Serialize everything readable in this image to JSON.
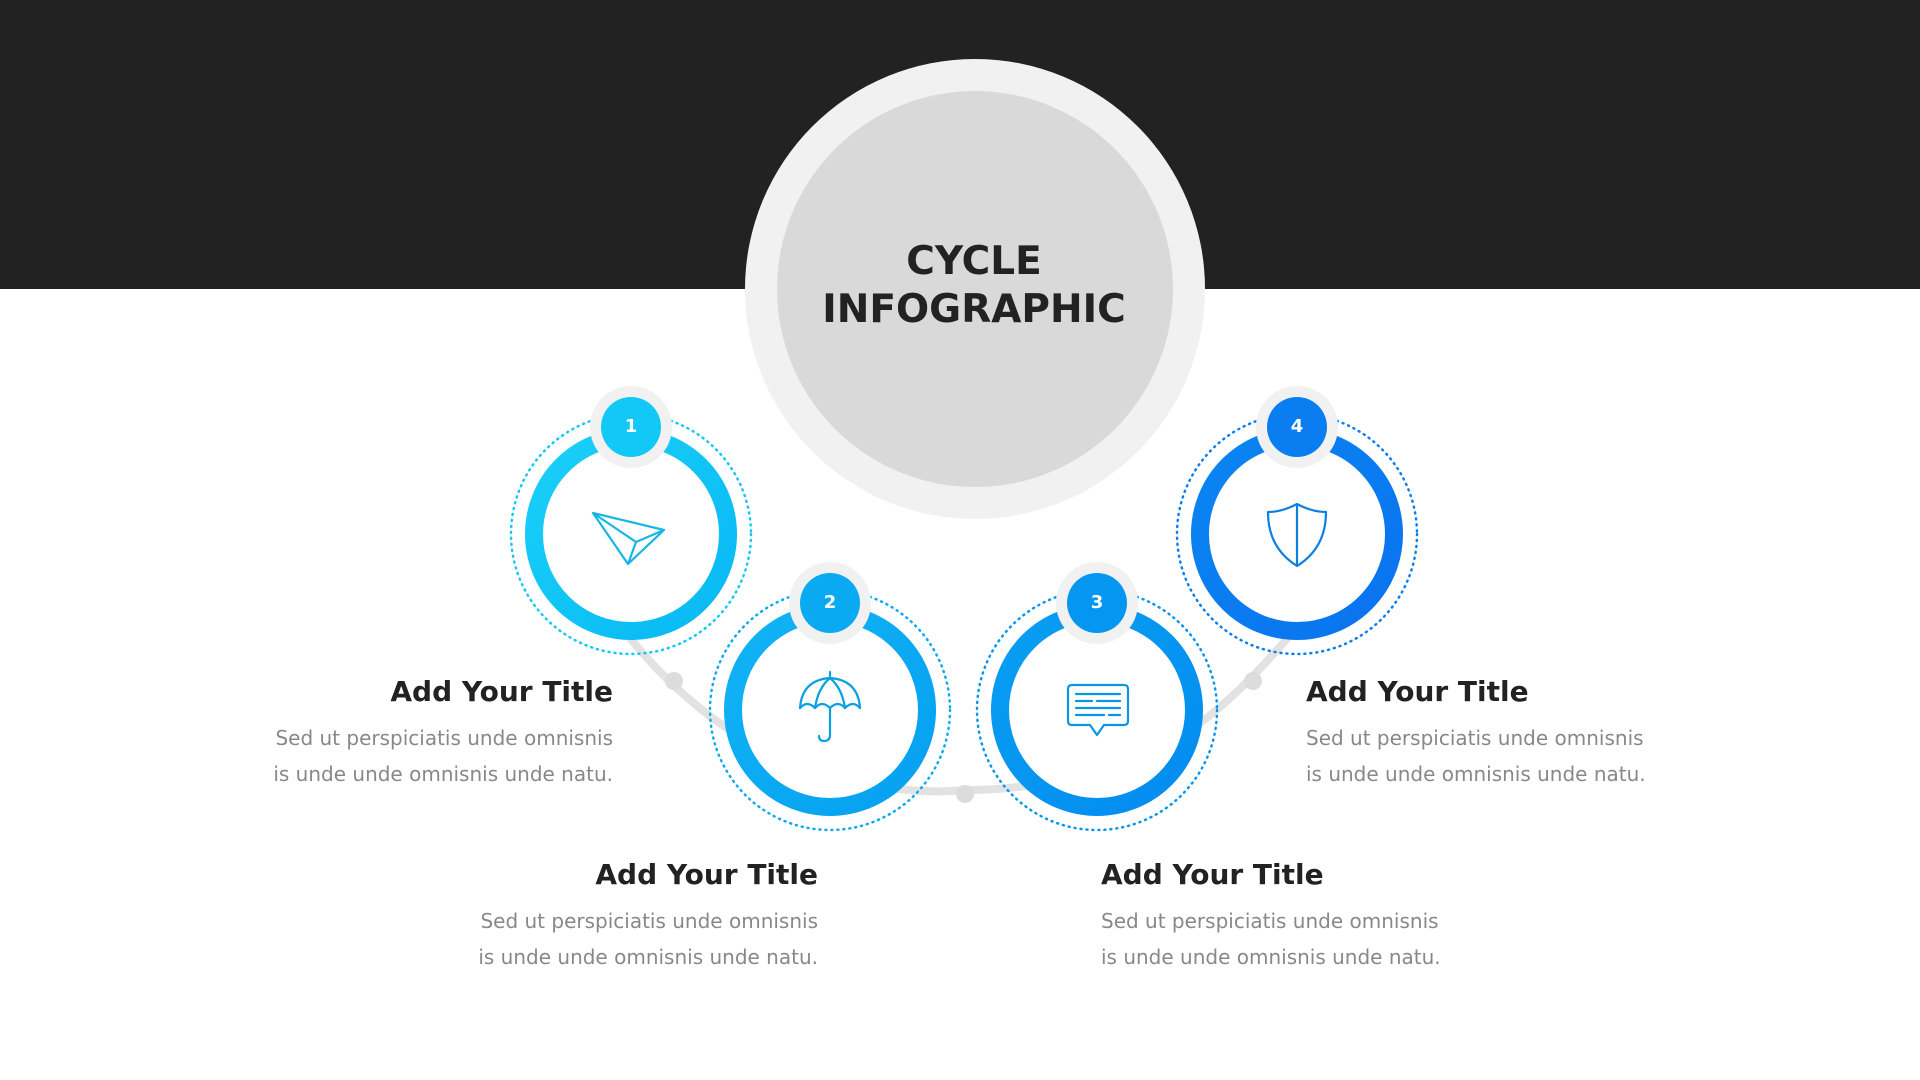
{
  "title": {
    "line1": "CYCLE",
    "line2": "INFOGRAPHIC"
  },
  "colors": {
    "dark_band": "#222222",
    "hub_outer": "#f1f1f1",
    "hub_inner": "#d9d9d9",
    "step1": "#12c8f6",
    "step2": "#0aaaf2",
    "step3": "#0596f1",
    "step4": "#0a7ef1",
    "connector": "#e2e2e2"
  },
  "steps": [
    {
      "number": "1",
      "icon": "paper-plane-icon",
      "title": "Add Your Title",
      "desc_line1": "Sed ut perspiciatis unde omnisnis",
      "desc_line2": "is unde unde omnisnis unde natu."
    },
    {
      "number": "2",
      "icon": "umbrella-icon",
      "title": "Add Your Title",
      "desc_line1": "Sed ut perspiciatis unde omnisnis",
      "desc_line2": "is unde unde omnisnis unde natu."
    },
    {
      "number": "3",
      "icon": "chat-message-icon",
      "title": "Add Your Title",
      "desc_line1": "Sed ut perspiciatis unde omnisnis",
      "desc_line2": "is unde unde omnisnis unde natu."
    },
    {
      "number": "4",
      "icon": "shield-icon",
      "title": "Add Your Title",
      "desc_line1": "Sed ut perspiciatis unde omnisnis",
      "desc_line2": "is unde unde omnisnis unde natu."
    }
  ]
}
